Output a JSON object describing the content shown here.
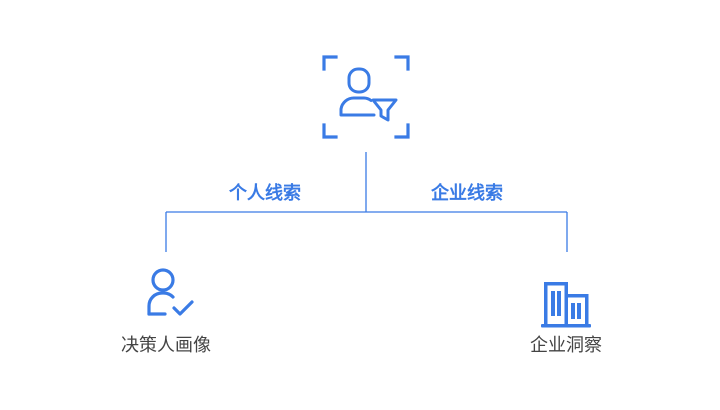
{
  "colors": {
    "accent": "#3a7be5",
    "line": "#3a7be5",
    "node_text": "#444444"
  },
  "root": {
    "icon": "user-filter-icon"
  },
  "branches": [
    {
      "label": "个人线索",
      "node": {
        "icon": "user-check-icon",
        "label": "决策人画像"
      }
    },
    {
      "label": "企业线索",
      "node": {
        "icon": "building-icon",
        "label": "企业洞察"
      }
    }
  ]
}
